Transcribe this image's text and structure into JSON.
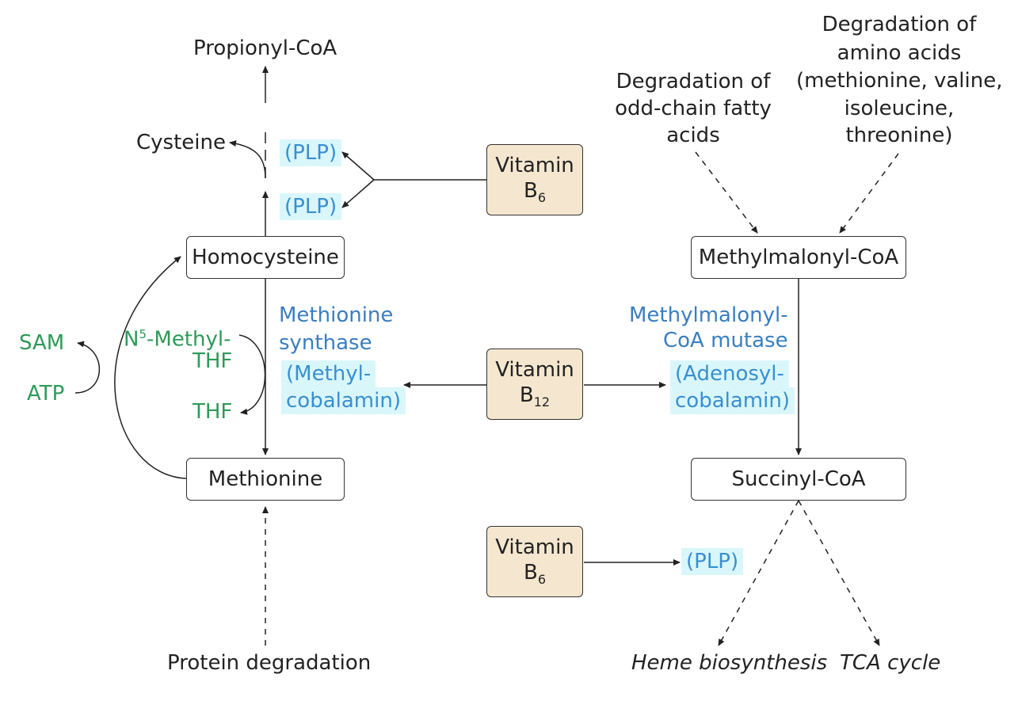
{
  "left_pathway": {
    "propionyl_coa": "Propionyl-CoA",
    "cysteine": "Cysteine",
    "plp_1": "(PLP)",
    "plp_2": "(PLP)",
    "homocysteine": "Homocysteine",
    "methionine": "Methionine",
    "protein_degradation": "Protein degradation",
    "enzyme_line1": "Methionine",
    "enzyme_line2": "synthase",
    "cofactor_line1": "(Methyl-",
    "cofactor_line2": "cobalamin)",
    "sam": "SAM",
    "atp": "ATP",
    "n5_prefix": "N",
    "n5_sup": "5",
    "n5_suffix": "-Methyl-",
    "n5_line2": "THF",
    "thf": "THF"
  },
  "vitamins": {
    "b6_top": {
      "line1": "Vitamin",
      "letter": "B",
      "sub": "6"
    },
    "b12": {
      "line1": "Vitamin",
      "letter": "B",
      "sub": "12"
    },
    "b6_bottom": {
      "line1": "Vitamin",
      "letter": "B",
      "sub": "6"
    }
  },
  "right_pathway": {
    "odd_chain_line1": "Degradation of",
    "odd_chain_line2": "odd-chain fatty",
    "odd_chain_line3": "acids",
    "amino_line1": "Degradation of",
    "amino_line2": "amino acids",
    "amino_line3": "(methionine, valine,",
    "amino_line4": "isoleucine,",
    "amino_line5": "threonine)",
    "methylmalonyl_coa": "Methylmalonyl-CoA",
    "succinyl_coa": "Succinyl-CoA",
    "enzyme_line1": "Methylmalonyl-",
    "enzyme_line2": "CoA mutase",
    "cofactor_line1": "(Adenosyl-",
    "cofactor_line2": "cobalamin)",
    "plp": "(PLP)",
    "heme": "Heme biosynthesis",
    "tca": "TCA cycle"
  },
  "colors": {
    "enzyme_blue": "#3a7ec0",
    "cofactor_highlight": "#d9f7fb",
    "vitamin_box": "#f5e7cf",
    "green_labels": "#2e9a58"
  }
}
